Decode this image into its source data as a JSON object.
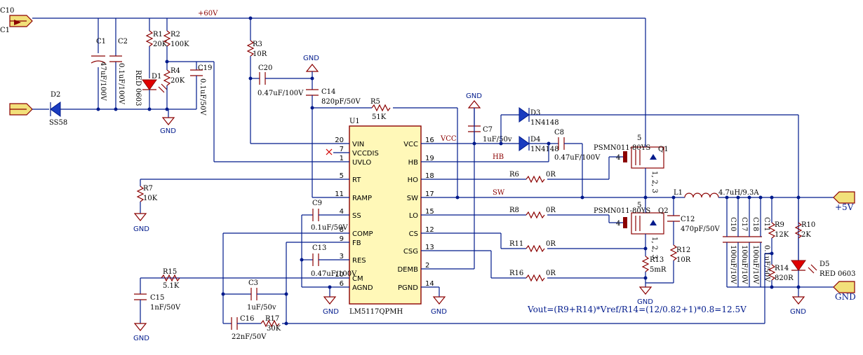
{
  "net_labels": {
    "plus60v": "+60V",
    "vcc": "VCC",
    "hb": "HB",
    "sw": "SW",
    "plus5v": "+5V",
    "gnd": "GND"
  },
  "connectors": {
    "c1a": "C10",
    "c1b": "C1"
  },
  "ic": {
    "ref": "U1",
    "part": "LM5117QPMH",
    "left_pins": [
      {
        "num": "20",
        "name": "VIN"
      },
      {
        "num": "7",
        "name": "VCCDIS"
      },
      {
        "num": "1",
        "name": "UVLO"
      },
      {
        "num": "5",
        "name": "RT"
      },
      {
        "num": "11",
        "name": "RAMP"
      },
      {
        "num": "4",
        "name": "SS"
      },
      {
        "num": "8",
        "name": "COMP"
      },
      {
        "num": "9",
        "name": "FB"
      },
      {
        "num": "3",
        "name": "RES"
      },
      {
        "num": "10",
        "name": "CM"
      },
      {
        "num": "6",
        "name": "AGND"
      }
    ],
    "right_pins": [
      {
        "num": "16",
        "name": "VCC"
      },
      {
        "num": "19",
        "name": "HB"
      },
      {
        "num": "18",
        "name": "HO"
      },
      {
        "num": "17",
        "name": "SW"
      },
      {
        "num": "15",
        "name": "LO"
      },
      {
        "num": "12",
        "name": "CS"
      },
      {
        "num": "13",
        "name": "CSG"
      },
      {
        "num": "2",
        "name": "DEMB"
      },
      {
        "num": "14",
        "name": "PGND"
      }
    ]
  },
  "components": {
    "C1": {
      "ref": "C1",
      "value": "47uF/100V"
    },
    "C2": {
      "ref": "C2",
      "value": "0.1uF/100V"
    },
    "R1": {
      "ref": "R1",
      "value": "20K"
    },
    "R2": {
      "ref": "R2",
      "value": "100K"
    },
    "D1": {
      "ref": "D1",
      "value": "RED 0603"
    },
    "R4": {
      "ref": "R4",
      "value": "20K"
    },
    "C19": {
      "ref": "C19",
      "value": "0.1uF/50V"
    },
    "D2": {
      "ref": "D2",
      "value": "SS58"
    },
    "R3": {
      "ref": "R3",
      "value": "10R"
    },
    "C20": {
      "ref": "C20",
      "value": "0.47uF/100V"
    },
    "C14": {
      "ref": "C14",
      "value": "820pF/50V"
    },
    "R5": {
      "ref": "R5",
      "value": "51K"
    },
    "C7": {
      "ref": "C7",
      "value": "1uF/50v"
    },
    "D3": {
      "ref": "D3",
      "value": "1N4148"
    },
    "D4": {
      "ref": "D4",
      "value": "1N4148"
    },
    "C8": {
      "ref": "C8",
      "value": "0.47uF/100V"
    },
    "Q1": {
      "ref": "Q1",
      "value": "PSMN011-80YS"
    },
    "Q2": {
      "ref": "Q2",
      "value": "PSMN011-80YS"
    },
    "R6": {
      "ref": "R6",
      "value": "0R"
    },
    "R8": {
      "ref": "R8",
      "value": "0R"
    },
    "R11": {
      "ref": "R11",
      "value": "0R"
    },
    "R16": {
      "ref": "R16",
      "value": "0R"
    },
    "R7": {
      "ref": "R7",
      "value": "10K"
    },
    "C9": {
      "ref": "C9",
      "value": "0.1uF/50V"
    },
    "C13": {
      "ref": "C13",
      "value": "0.47uF/100V"
    },
    "R15": {
      "ref": "R15",
      "value": "5.1K"
    },
    "C15": {
      "ref": "C15",
      "value": "1nF/50V"
    },
    "C3": {
      "ref": "C3",
      "value": "1uF/50v"
    },
    "C16": {
      "ref": "C16",
      "value": "22nF/50V"
    },
    "R17": {
      "ref": "R17",
      "value": "30K"
    },
    "L1": {
      "ref": "L1",
      "value": "4.7uH/9.3A"
    },
    "C12": {
      "ref": "C12",
      "value": "470pF/50V"
    },
    "R12": {
      "ref": "R12",
      "value": "10R"
    },
    "R13": {
      "ref": "R13",
      "value": "5mR"
    },
    "C10": {
      "ref": "C10",
      "value": "100uF/10V"
    },
    "C17": {
      "ref": "C17",
      "value": "100uF/10V"
    },
    "C18": {
      "ref": "C18",
      "value": "100uF/10V"
    },
    "C11": {
      "ref": "C11",
      "value": "0.1uF/50V"
    },
    "R9": {
      "ref": "R9",
      "value": "12K"
    },
    "R14": {
      "ref": "R14",
      "value": "820R"
    },
    "R10": {
      "ref": "R10",
      "value": "2K"
    },
    "D5": {
      "ref": "D5",
      "value": "RED 0603"
    }
  },
  "mosfet_pins": {
    "gate": "4",
    "drain": "5",
    "source": "1, 2, 3"
  },
  "formula": "Vout=(R9+R14)*Vref/R14=(12/0.82+1)*0.8=12.5V",
  "output_labels": {
    "vout": "+5V",
    "gnd": "GND"
  }
}
